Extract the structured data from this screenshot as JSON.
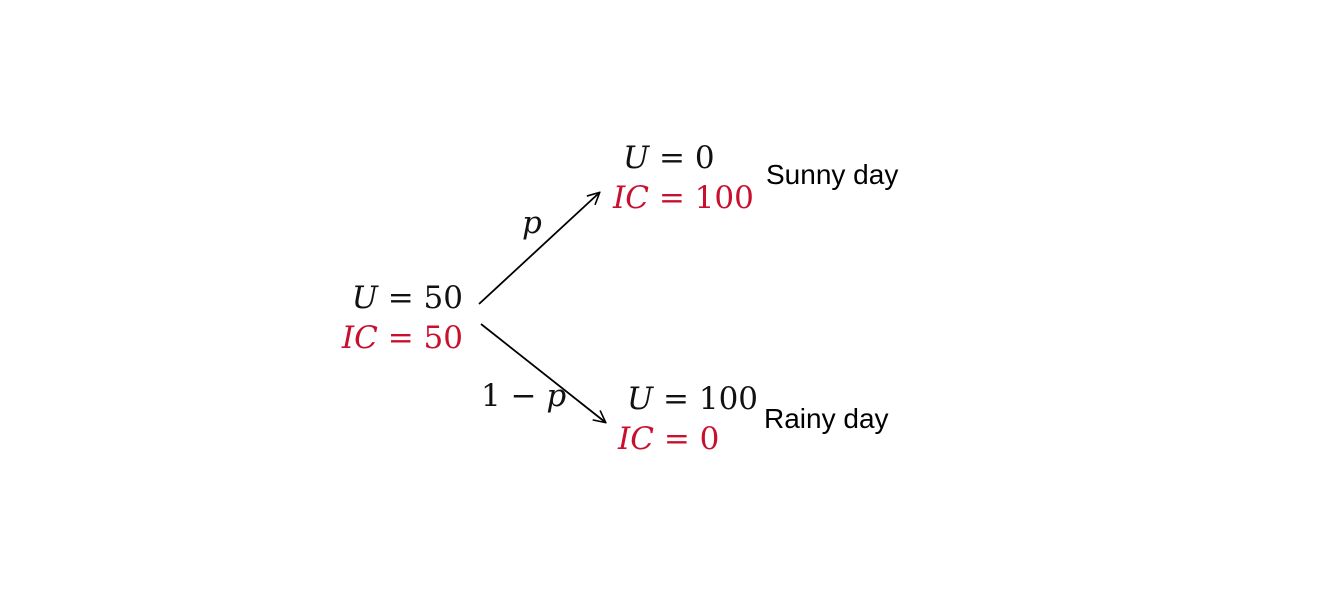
{
  "root": {
    "u_var": "U",
    "u_value": "50",
    "ic_var": "IC",
    "ic_value": "50"
  },
  "branches": [
    {
      "probability_prefix": "",
      "probability_var": "p",
      "u_var": "U",
      "u_value": "0",
      "ic_var": "IC",
      "ic_value": "100",
      "label": "Sunny day"
    },
    {
      "probability_prefix": "1 − ",
      "probability_var": "p",
      "u_var": "U",
      "u_value": "100",
      "ic_var": "IC",
      "ic_value": "0",
      "label": "Rainy day"
    }
  ],
  "colors": {
    "utility": "#111111",
    "ic": "#c8102e",
    "arrow": "#000000"
  },
  "symbols": {
    "equals": "="
  }
}
